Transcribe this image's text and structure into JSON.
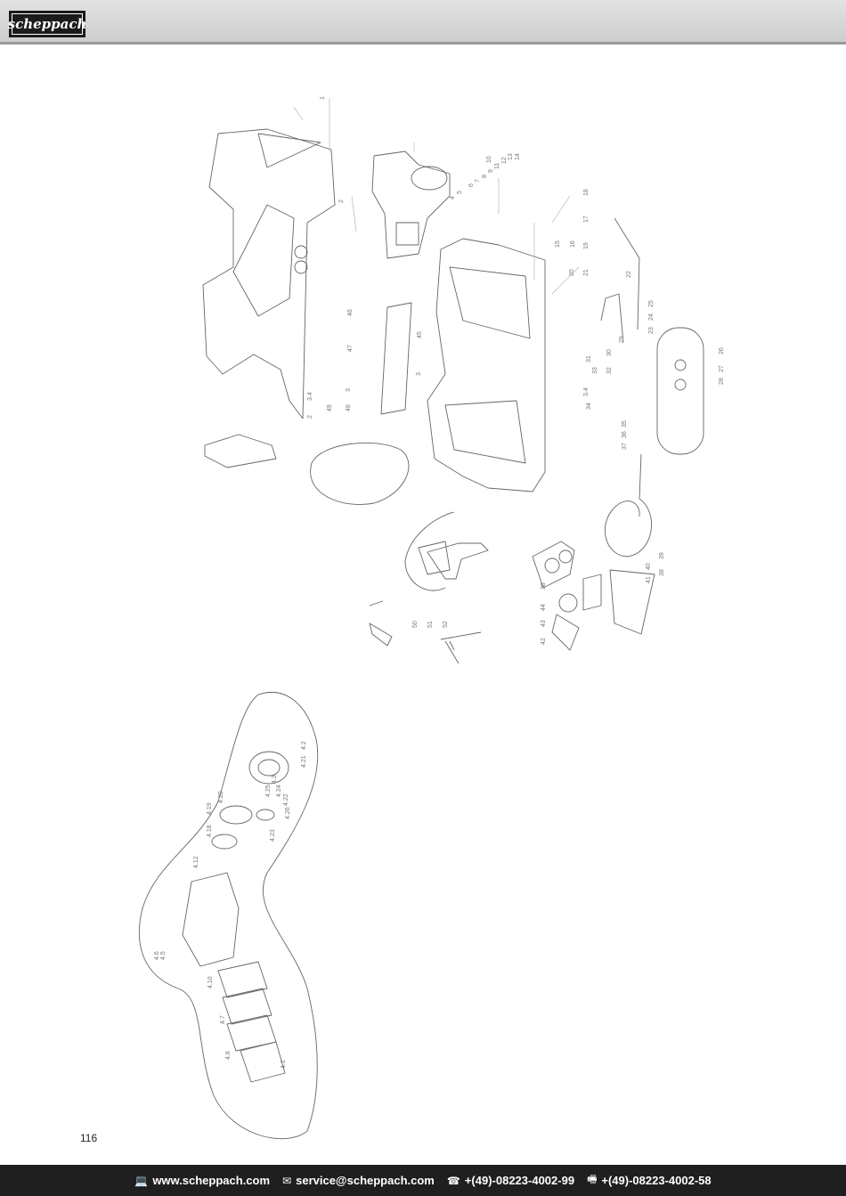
{
  "header": {
    "brand": "scheppach"
  },
  "diagram": {
    "callouts": [
      "1",
      "2",
      "3",
      "4",
      "5",
      "6",
      "7",
      "8",
      "9",
      "10",
      "11",
      "12",
      "13",
      "14",
      "15",
      "16",
      "17",
      "18",
      "19",
      "20",
      "21",
      "22",
      "23",
      "24",
      "25",
      "26",
      "27",
      "28",
      "29",
      "30",
      "31",
      "32",
      "33",
      "34",
      "35",
      "36",
      "37",
      "38",
      "39",
      "40",
      "41",
      "42",
      "43",
      "44",
      "45",
      "46",
      "47",
      "48",
      "49",
      "50",
      "51",
      "52",
      "3.4",
      "4.1",
      "4.2",
      "4.3",
      "4.5",
      "4.6",
      "4.7",
      "4.8",
      "4.10",
      "4.12",
      "4.18",
      "4.19",
      "4.20",
      "4.21",
      "4.22",
      "4.23",
      "4.24",
      "4.25",
      "4.26"
    ]
  },
  "page": {
    "number": "116"
  },
  "footer": {
    "website": "www.scheppach.com",
    "email": "service@scheppach.com",
    "phone": "+(49)-08223-4002-99",
    "fax": "+(49)-08223-4002-58",
    "icons": [
      "computer-icon",
      "mail-icon",
      "phone-icon",
      "fax-icon"
    ]
  }
}
